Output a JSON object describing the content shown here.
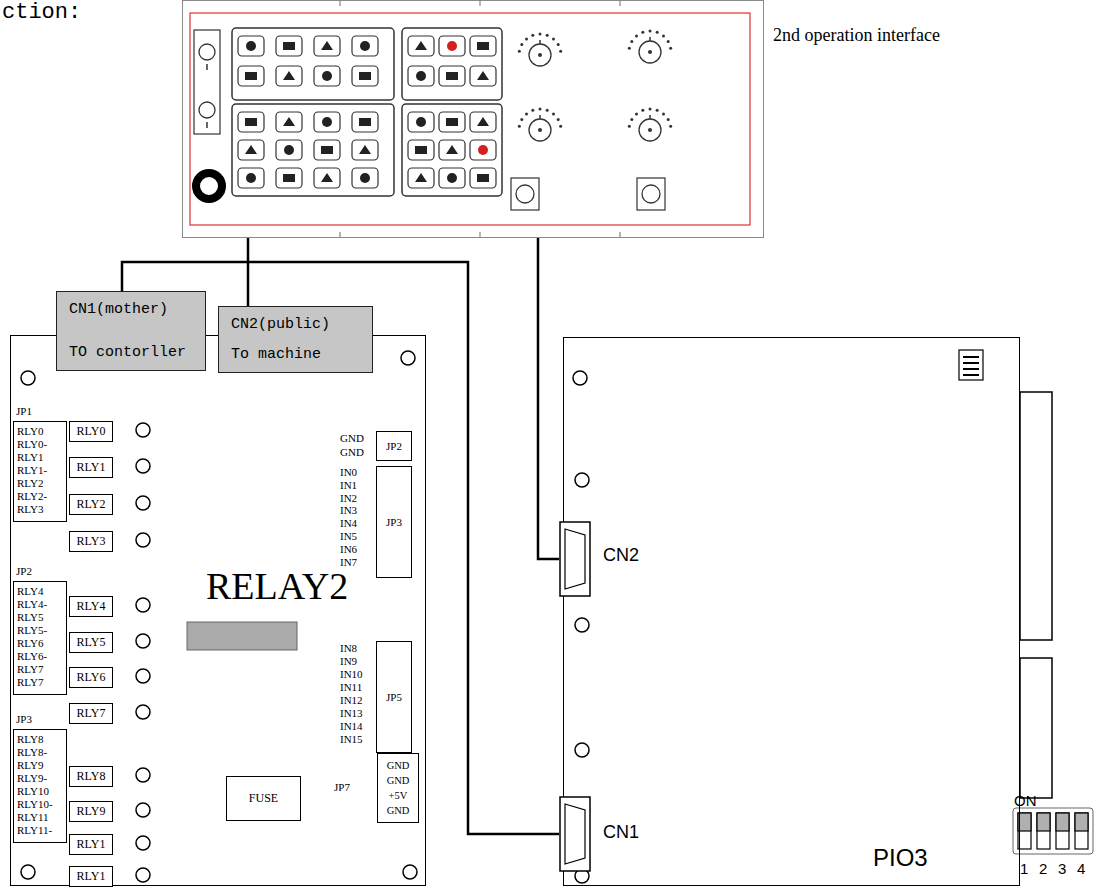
{
  "diagram": {
    "nodes": [
      {
        "text": [
          "2nd operation interface"
        ]
      },
      {
        "text": [
          "RELAY2"
        ]
      },
      {
        "text": [
          "CN1(mother)",
          "TO contorller"
        ],
        "in": 1
      },
      {
        "text": [
          "CN2(public)",
          "To machine"
        ],
        "in": 1
      },
      {
        "text": [
          "JP1",
          "RLY0 RLY0- RLY1 RLY1- RLY2 RLY2- RLY3"
        ],
        "in": 1
      },
      {
        "text": [
          "RLY0"
        ],
        "in": 1
      },
      {
        "text": [
          "RLY1"
        ],
        "in": 1
      },
      {
        "text": [
          "RLY2"
        ],
        "in": 1
      },
      {
        "text": [
          "RLY3"
        ],
        "in": 1
      },
      {
        "text": [
          "JP2",
          "RLY4 RLY4- RLY5 RLY5- RLY6 RLY6- RLY7 RLY7"
        ],
        "in": 1
      },
      {
        "text": [
          "RLY4"
        ],
        "in": 1
      },
      {
        "text": [
          "RLY5"
        ],
        "in": 1
      },
      {
        "text": [
          "RLY6"
        ],
        "in": 1
      },
      {
        "text": [
          "RLY7"
        ],
        "in": 1
      },
      {
        "text": [
          "JP3",
          "RLY8 RLY8- RLY9 RLY9- RLY10 RLY10- RLY11 RLY11-"
        ],
        "in": 1
      },
      {
        "text": [
          "RLY8"
        ],
        "in": 1
      },
      {
        "text": [
          "RLY9"
        ],
        "in": 1
      },
      {
        "text": [
          "RLY1"
        ],
        "in": 1
      },
      {
        "text": [
          "RLY1"
        ],
        "in": 1
      },
      {
        "text": [
          "JP2"
        ],
        "in": 1
      },
      {
        "text": [
          "JP3"
        ],
        "in": 1
      },
      {
        "text": [
          "JP5"
        ],
        "in": 1
      },
      {
        "text": [
          "GND GND +5V GND"
        ],
        "in": 1
      },
      {
        "text": [
          "FUSE"
        ],
        "in": 1
      },
      {
        "text": [
          "PIO3"
        ]
      },
      {
        "text": [
          "CN2"
        ],
        "in": 24
      },
      {
        "text": [
          "CN1"
        ],
        "in": 24
      }
    ],
    "edges": [
      {
        "from": 0,
        "to": 3,
        "arrow": "none"
      },
      {
        "from": 2,
        "to": 26,
        "arrow": "none"
      },
      {
        "from": 0,
        "to": 25,
        "arrow": "none"
      }
    ],
    "labels": [
      "ction:",
      "GND",
      "GND",
      "IN0",
      "IN1",
      "IN2",
      "IN3",
      "IN4",
      "IN5",
      "IN6",
      "IN7",
      "IN8",
      "IN9",
      "IN10",
      "IN11",
      "IN12",
      "IN13",
      "IN14",
      "IN15",
      "JP7",
      "ON",
      "1",
      "2",
      "3",
      "4"
    ]
  }
}
